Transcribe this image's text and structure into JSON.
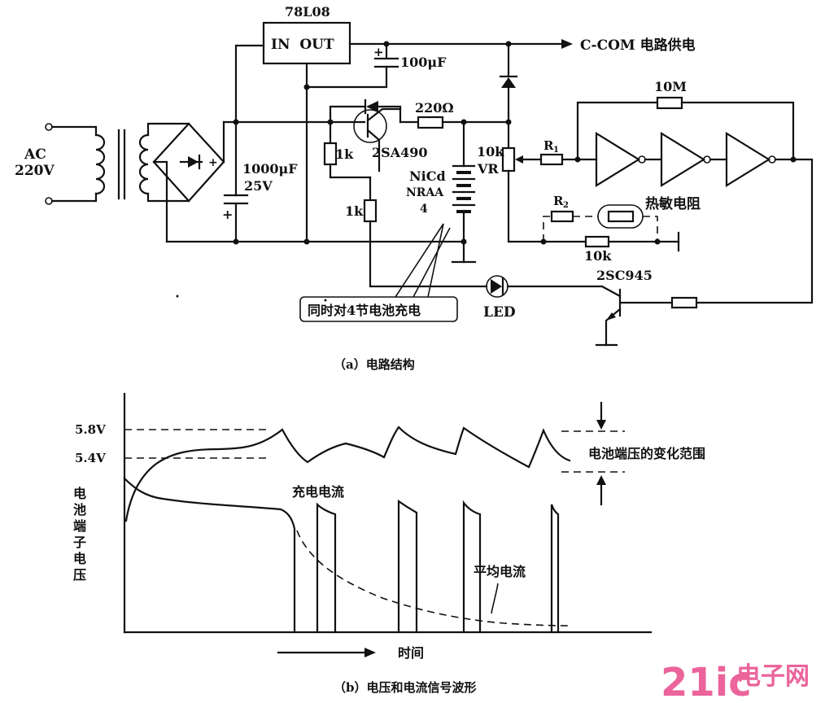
{
  "circuit": {
    "regulator": "78L08",
    "regulator_pins": "IN  OUT",
    "cap_out": "100μF",
    "ccom_supply": "C-COM 电路供电",
    "ac_line1": "AC",
    "ac_line2": "220V",
    "cap_main_1": "1000μF",
    "cap_main_2": "25V",
    "transistor_pnp": "2SA490",
    "res_220": "220Ω",
    "res_1k_a": "1k",
    "res_1k_b": "1k",
    "res_10m": "10M",
    "pot_value": "10k",
    "pot_name": "VR",
    "r1_label": "R",
    "r1_sub": "1",
    "r2_label": "R",
    "r2_sub": "2",
    "battery_1": "NiCd",
    "battery_2": "NRAA",
    "battery_3": "4",
    "thermistor": "热敏电阻",
    "res_10k": "10k",
    "transistor_npn": "2SC945",
    "callout": "同时对4节电池充电",
    "led": "LED",
    "caption_a": "（a）电路结构"
  },
  "waveform": {
    "v_high": "5.8V",
    "v_low": "5.4V",
    "y_label_chars": [
      "电",
      "池",
      "端",
      "子",
      "电",
      "压"
    ],
    "charge_current": "充电电流",
    "avg_current": "平均电流",
    "range_label": "电池端压的变化范围",
    "time_label": "时间",
    "caption_b": "（b）电压和电流信号波形"
  },
  "watermark": {
    "brand": "21ic",
    "brand_cn": "电子网",
    "brand_color": "#e84a8a"
  }
}
